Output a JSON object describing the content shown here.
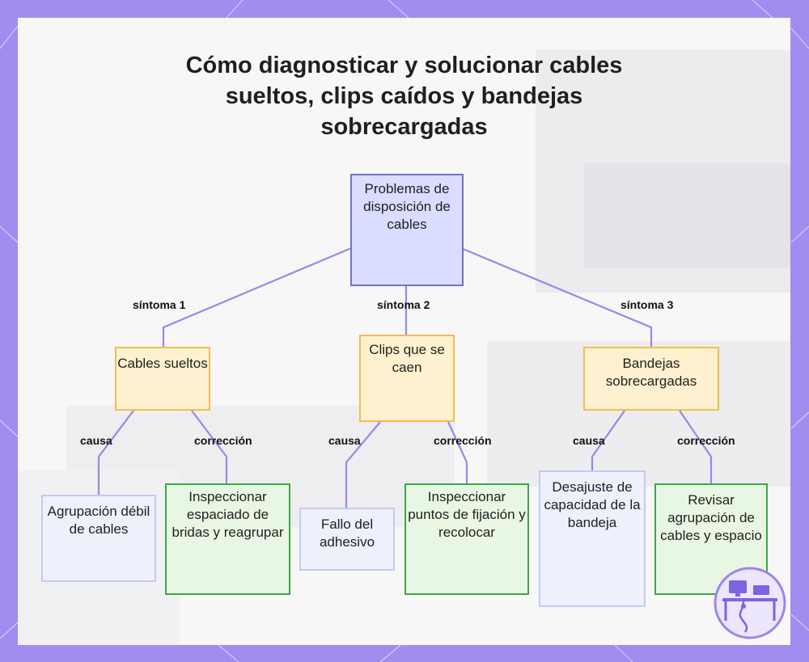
{
  "title": "Cómo diagnosticar y solucionar cables sueltos, clips caídos y bandejas sobrecargadas",
  "root": {
    "label": "Problemas de disposición de cables"
  },
  "edge_labels": {
    "symptom1": "síntoma 1",
    "symptom2": "síntoma 2",
    "symptom3": "síntoma 3",
    "cause": "causa",
    "fix": "corrección"
  },
  "symptoms": [
    {
      "label": "Cables sueltos",
      "cause": "Agrupación débil de cables",
      "fix": "Inspeccionar espaciado de bridas y reagrupar"
    },
    {
      "label": "Clips que se caen",
      "cause": "Fallo del adhesivo",
      "fix": "Inspeccionar puntos de fijación y recolocar"
    },
    {
      "label": "Bandejas sobrecargadas",
      "cause": "Desajuste de capacidad de la bandeja",
      "fix": "Revisar agrupación de cables y espacio"
    }
  ],
  "colors": {
    "frame": "#a18cf0",
    "edge": "#9c86e8",
    "root_fill": "#d9ddff",
    "symptom_fill": "#fff1cf",
    "cause_fill": "#eef0fc",
    "fix_fill": "#e8f7e4"
  },
  "logo_icon": "computer-desk-logo-icon"
}
